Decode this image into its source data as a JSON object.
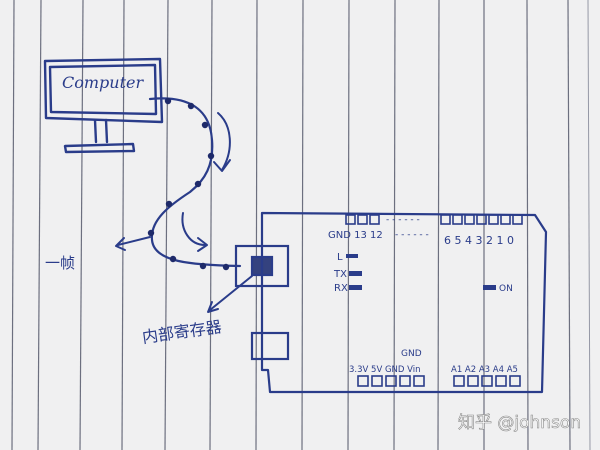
{
  "drawing": {
    "computer_label": "Computer",
    "frame_label": "一帧",
    "register_label": "内部寄存器",
    "board": {
      "top_pins_label": "GND 13 12",
      "top_dashes": "- - - - - -",
      "digital_pins_label": "6 5 4 3 2 1 0",
      "l_label": "L",
      "tx_label": "TX",
      "rx_label": "RX",
      "on_label": "ON",
      "gnd_label": "GND",
      "power_pins_label": "3.3V 5V GND Vin",
      "analog_pins_label": "A1 A2 A3 A4 A5"
    }
  },
  "watermark": {
    "text": "知乎 @johnson"
  },
  "colors": {
    "ink": "#2a3c8a",
    "paper": "#f3f3f4",
    "rule_line": "#3b3f52"
  }
}
